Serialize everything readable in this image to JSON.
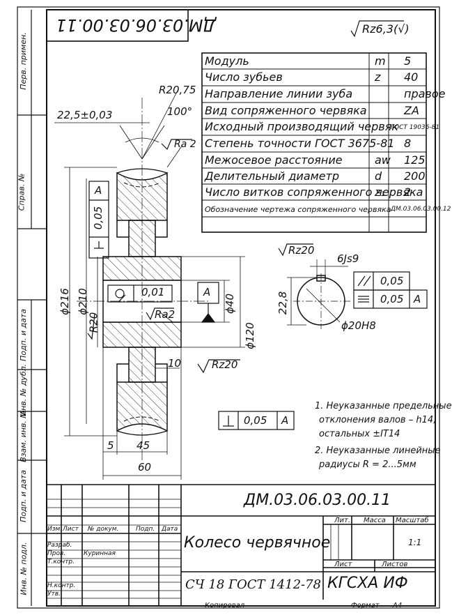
{
  "drawing_number": "ДМ.03.06.03.00.11",
  "drawing_number_mirrored": "ДМ.03.06.03.00.11",
  "roughness_general": "Rz6,3",
  "left_strip": {
    "perv_primen": "Перв. примен.",
    "sprav_no": "Справ. №",
    "podp_data_1": "Подп. и дата",
    "inv_dubl": "Инв. № дубл.",
    "vzam_inv": "Взам. инв. №",
    "podp_data_2": "Подп. и дата",
    "inv_podl": "Инв. № подл."
  },
  "params": [
    {
      "name": "Модуль",
      "sym": "m",
      "val": "5"
    },
    {
      "name": "Число зубьев",
      "sym": "z",
      "val": "40"
    },
    {
      "name": "Направление линии зуба",
      "sym": "",
      "val": "правое"
    },
    {
      "name": "Вид сопряженного червяка",
      "sym": "",
      "val": "ZA"
    },
    {
      "name": "Исходный производящий червяк",
      "sym": "",
      "val": "ГОСТ 19036-81"
    },
    {
      "name": "Степень точности ГОСТ 3675-81",
      "sym": "",
      "val": "8"
    },
    {
      "name": "Межосевое расстояние",
      "sym": "aw",
      "val": "125"
    },
    {
      "name": "Делительный диаметр",
      "sym": "d",
      "val": "200"
    },
    {
      "name": "Число витков сопряженного червяка",
      "sym": "z₁",
      "val": "2"
    },
    {
      "name": "Обозначение чертежа сопряженного червяка",
      "sym": "",
      "val": "ДМ.03.06.03.00.12"
    }
  ],
  "dims": {
    "d216": "ϕ216",
    "d210": "ϕ210",
    "d40": "ϕ40",
    "d120": "ϕ120",
    "r2075": "R20,75",
    "ang100": "100°",
    "w225": "22,5±0,03",
    "ra2a": "Ra 2",
    "ra2b": "Ra2",
    "rz20a": "Rz20",
    "rz20b": "Rz20",
    "rz20c": "Rz20",
    "w10": "10",
    "w5": "5",
    "w45": "45",
    "w60": "60",
    "key_w": "6Js9",
    "key_h": "22,8",
    "bore": "ϕ20H8",
    "tol_005": "0,05",
    "tol_001": "0,01",
    "datum_a": "A",
    "r20": "R20"
  },
  "notes": [
    "1. Неуказанные предельные",
    "отклонения валов – h14,",
    "остальных ±IT14",
    "2. Неуказанные линейные",
    "радиусы R = 2...5мм"
  ],
  "title_block": {
    "designation": "ДМ.03.06.03.00.11",
    "name": "Колесо червячное",
    "material": "СЧ 18 ГОСТ 1412-78",
    "org": "КГСХА ИФ",
    "lit": "Лит.",
    "massa": "Масса",
    "masshtab": "Масштаб",
    "scale": "1:1",
    "list": "Лист",
    "listov": "Листов",
    "izm": "Изм.",
    "list_h": "Лист",
    "doc_no": "№ докум.",
    "podp": "Подп.",
    "data": "Дата",
    "razrab": "Разраб.",
    "prov": "Пров.",
    "prov_name": "Куринная",
    "tkontr": "Т.контр.",
    "nkontr": "Н.контр.",
    "utv": "Утв.",
    "kopiroval": "Копировал",
    "format": "Формат",
    "format_val": "A4"
  }
}
